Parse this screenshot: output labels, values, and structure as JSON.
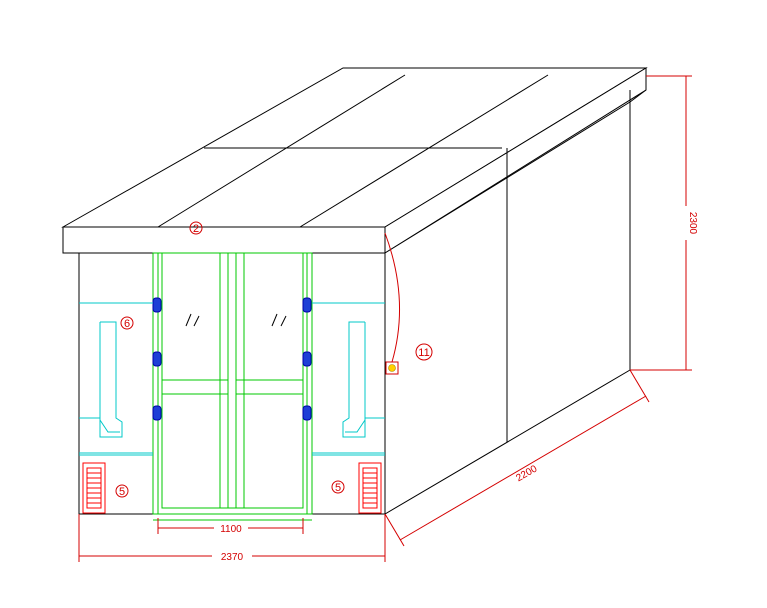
{
  "dimensions": {
    "front_width": "2370",
    "door_width": "1100",
    "depth": "2200",
    "height": "2300"
  },
  "callouts": {
    "top_panel": "2",
    "side_window_left": "6",
    "fan_left": "5",
    "fan_right": "5",
    "control_box": "11"
  },
  "colors": {
    "outline": "#000000",
    "dimension": "#d40000",
    "door_frame": "#00c800",
    "window": "#00c8c8",
    "hinge": "#0000cc",
    "fan": "#ff0000",
    "control_box": "#ffd000"
  }
}
